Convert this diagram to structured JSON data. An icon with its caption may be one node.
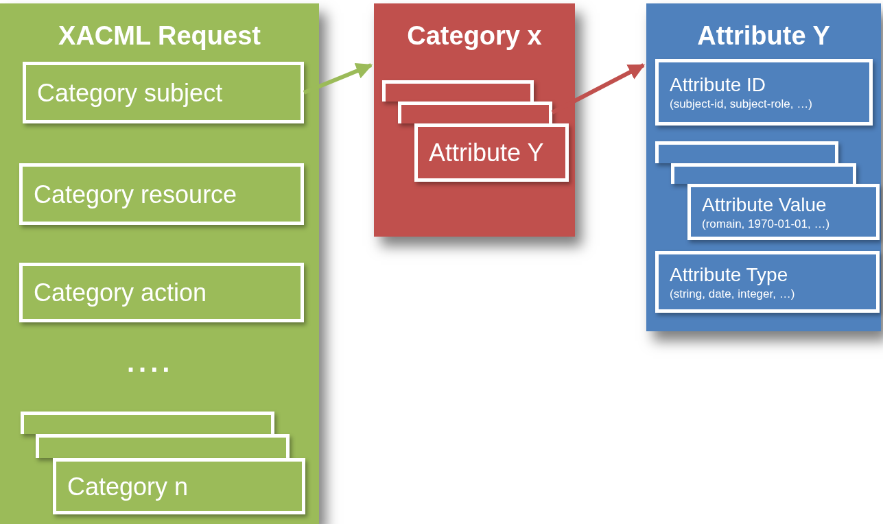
{
  "diagram": {
    "nodes": [
      {
        "text": [
          "XACML Request"
        ]
      },
      {
        "text": [
          "Category subject"
        ],
        "in": 0
      },
      {
        "text": [
          "Category resource"
        ],
        "in": 0
      },
      {
        "text": [
          "Category action"
        ],
        "in": 0
      },
      {
        "text": [],
        "shape": "box",
        "in": 0
      },
      {
        "text": [],
        "shape": "box",
        "in": 0
      },
      {
        "text": [
          "Category n"
        ],
        "in": 0
      },
      {
        "text": [
          "Category x"
        ]
      },
      {
        "text": [],
        "shape": "box",
        "in": 7
      },
      {
        "text": [],
        "shape": "box",
        "in": 7
      },
      {
        "text": [
          "Attribute Y"
        ],
        "in": 7
      },
      {
        "text": [
          "Attribute Y"
        ]
      },
      {
        "text": [
          "Attribute ID",
          "(subject-id, subject-role, …)"
        ],
        "in": 11
      },
      {
        "text": [],
        "shape": "box",
        "in": 11
      },
      {
        "text": [],
        "shape": "box",
        "in": 11
      },
      {
        "text": [
          "Attribute Value",
          "(romain, 1970-01-01, …)"
        ],
        "in": 11
      },
      {
        "text": [
          "Attribute Type",
          "(string, date, integer, …)"
        ],
        "in": 11
      }
    ],
    "edges": [
      {
        "from": 1,
        "to": 7,
        "arrow": "to",
        "color": "#9bbb59"
      },
      {
        "from": 9,
        "to": 11,
        "arrow": "to",
        "color": "#c0504d"
      }
    ],
    "labels": [
      "...."
    ]
  }
}
